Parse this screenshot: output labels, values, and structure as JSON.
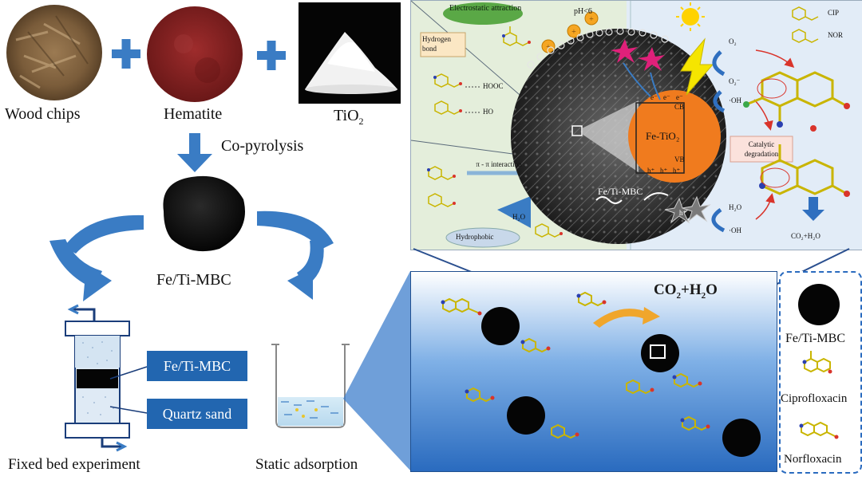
{
  "materials": {
    "wood_chips": "Wood chips",
    "hematite": "Hematite",
    "tio2_main": "TiO",
    "tio2_sub": "2"
  },
  "process": {
    "co_pyrolysis": "Co-pyrolysis",
    "product": "Fe/Ti-MBC",
    "fixed_bed": "Fixed bed experiment",
    "static": "Static adsorption",
    "column_label_top": "Fe/Ti-MBC",
    "column_label_bottom": "Quartz sand"
  },
  "mechanism": {
    "electrostatic": "Electrostatic attraction",
    "ph": "pH<6",
    "hydrogen_bond": "Hydrogen bond",
    "hooc": "HOOC",
    "ho": "HO",
    "pi_pi": "π - π interaction",
    "hydrophobic": "Hydrophobic",
    "h2o_left": "H₂O",
    "cb": "CB",
    "vb": "VB",
    "fe_tio2": "Fe-TiO₂",
    "fe_ti_mbc": "Fe/Ti-MBC",
    "electron": "e⁻",
    "hole": "h⁺",
    "o2": "O₂",
    "o2_radical": "O₂⁻",
    "oh1": "·OH",
    "oh2": "·OH",
    "h2o_right": "H₂O",
    "catalytic": "Catalytic degradation",
    "co2_h2o_small": "CO₂+H₂O",
    "cip": "CIP",
    "nor": "NOR"
  },
  "solution": {
    "co2": "CO",
    "co2_sub": "2",
    "plus_h2o": "+H",
    "h2o_sub": "2",
    "o": "O"
  },
  "legend": {
    "fe_ti_mbc": "Fe/Ti-MBC",
    "cipro": "Ciprofloxacin",
    "norflox": "Norfloxacin"
  },
  "colors": {
    "arrow_blue": "#3a7cc4",
    "label_box_blue": "#2266b0",
    "solution_blue": "#2a6bbf",
    "tio2_orange": "#f07b1e",
    "mechanism_left_bg": "#e4eedb",
    "mechanism_right_bg": "#e2ecf7"
  }
}
